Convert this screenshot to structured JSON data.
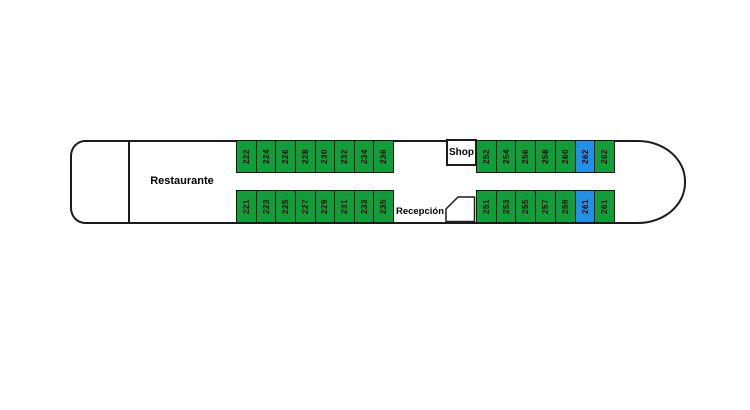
{
  "ship": {
    "restaurant_label": "Restaurante",
    "shop_label": "Shop",
    "reception_label": "Recepción"
  },
  "colors": {
    "cabin_standard": "#0f9e38",
    "cabin_highlight": "#2090e8",
    "outline": "#1c1c1c",
    "number_text": "#000000",
    "background": "#ffffff"
  },
  "cabins": {
    "aft_top": [
      {
        "number": "222",
        "color": "standard"
      },
      {
        "number": "224",
        "color": "standard"
      },
      {
        "number": "226",
        "color": "standard"
      },
      {
        "number": "228",
        "color": "standard"
      },
      {
        "number": "230",
        "color": "standard"
      },
      {
        "number": "232",
        "color": "standard"
      },
      {
        "number": "234",
        "color": "standard"
      },
      {
        "number": "236",
        "color": "standard"
      }
    ],
    "aft_bottom": [
      {
        "number": "221",
        "color": "standard"
      },
      {
        "number": "223",
        "color": "standard"
      },
      {
        "number": "225",
        "color": "standard"
      },
      {
        "number": "227",
        "color": "standard"
      },
      {
        "number": "229",
        "color": "standard"
      },
      {
        "number": "231",
        "color": "standard"
      },
      {
        "number": "233",
        "color": "standard"
      },
      {
        "number": "235",
        "color": "standard"
      }
    ],
    "fwd_top": [
      {
        "number": "252",
        "color": "standard"
      },
      {
        "number": "254",
        "color": "standard"
      },
      {
        "number": "256",
        "color": "standard"
      },
      {
        "number": "258",
        "color": "standard"
      },
      {
        "number": "260",
        "color": "standard"
      },
      {
        "number": "262",
        "color": "highlight"
      },
      {
        "number": "262",
        "color": "standard"
      }
    ],
    "fwd_bottom": [
      {
        "number": "251",
        "color": "standard"
      },
      {
        "number": "253",
        "color": "standard"
      },
      {
        "number": "255",
        "color": "standard"
      },
      {
        "number": "257",
        "color": "standard"
      },
      {
        "number": "259",
        "color": "standard"
      },
      {
        "number": "261",
        "color": "highlight"
      },
      {
        "number": "261",
        "color": "standard"
      }
    ]
  }
}
